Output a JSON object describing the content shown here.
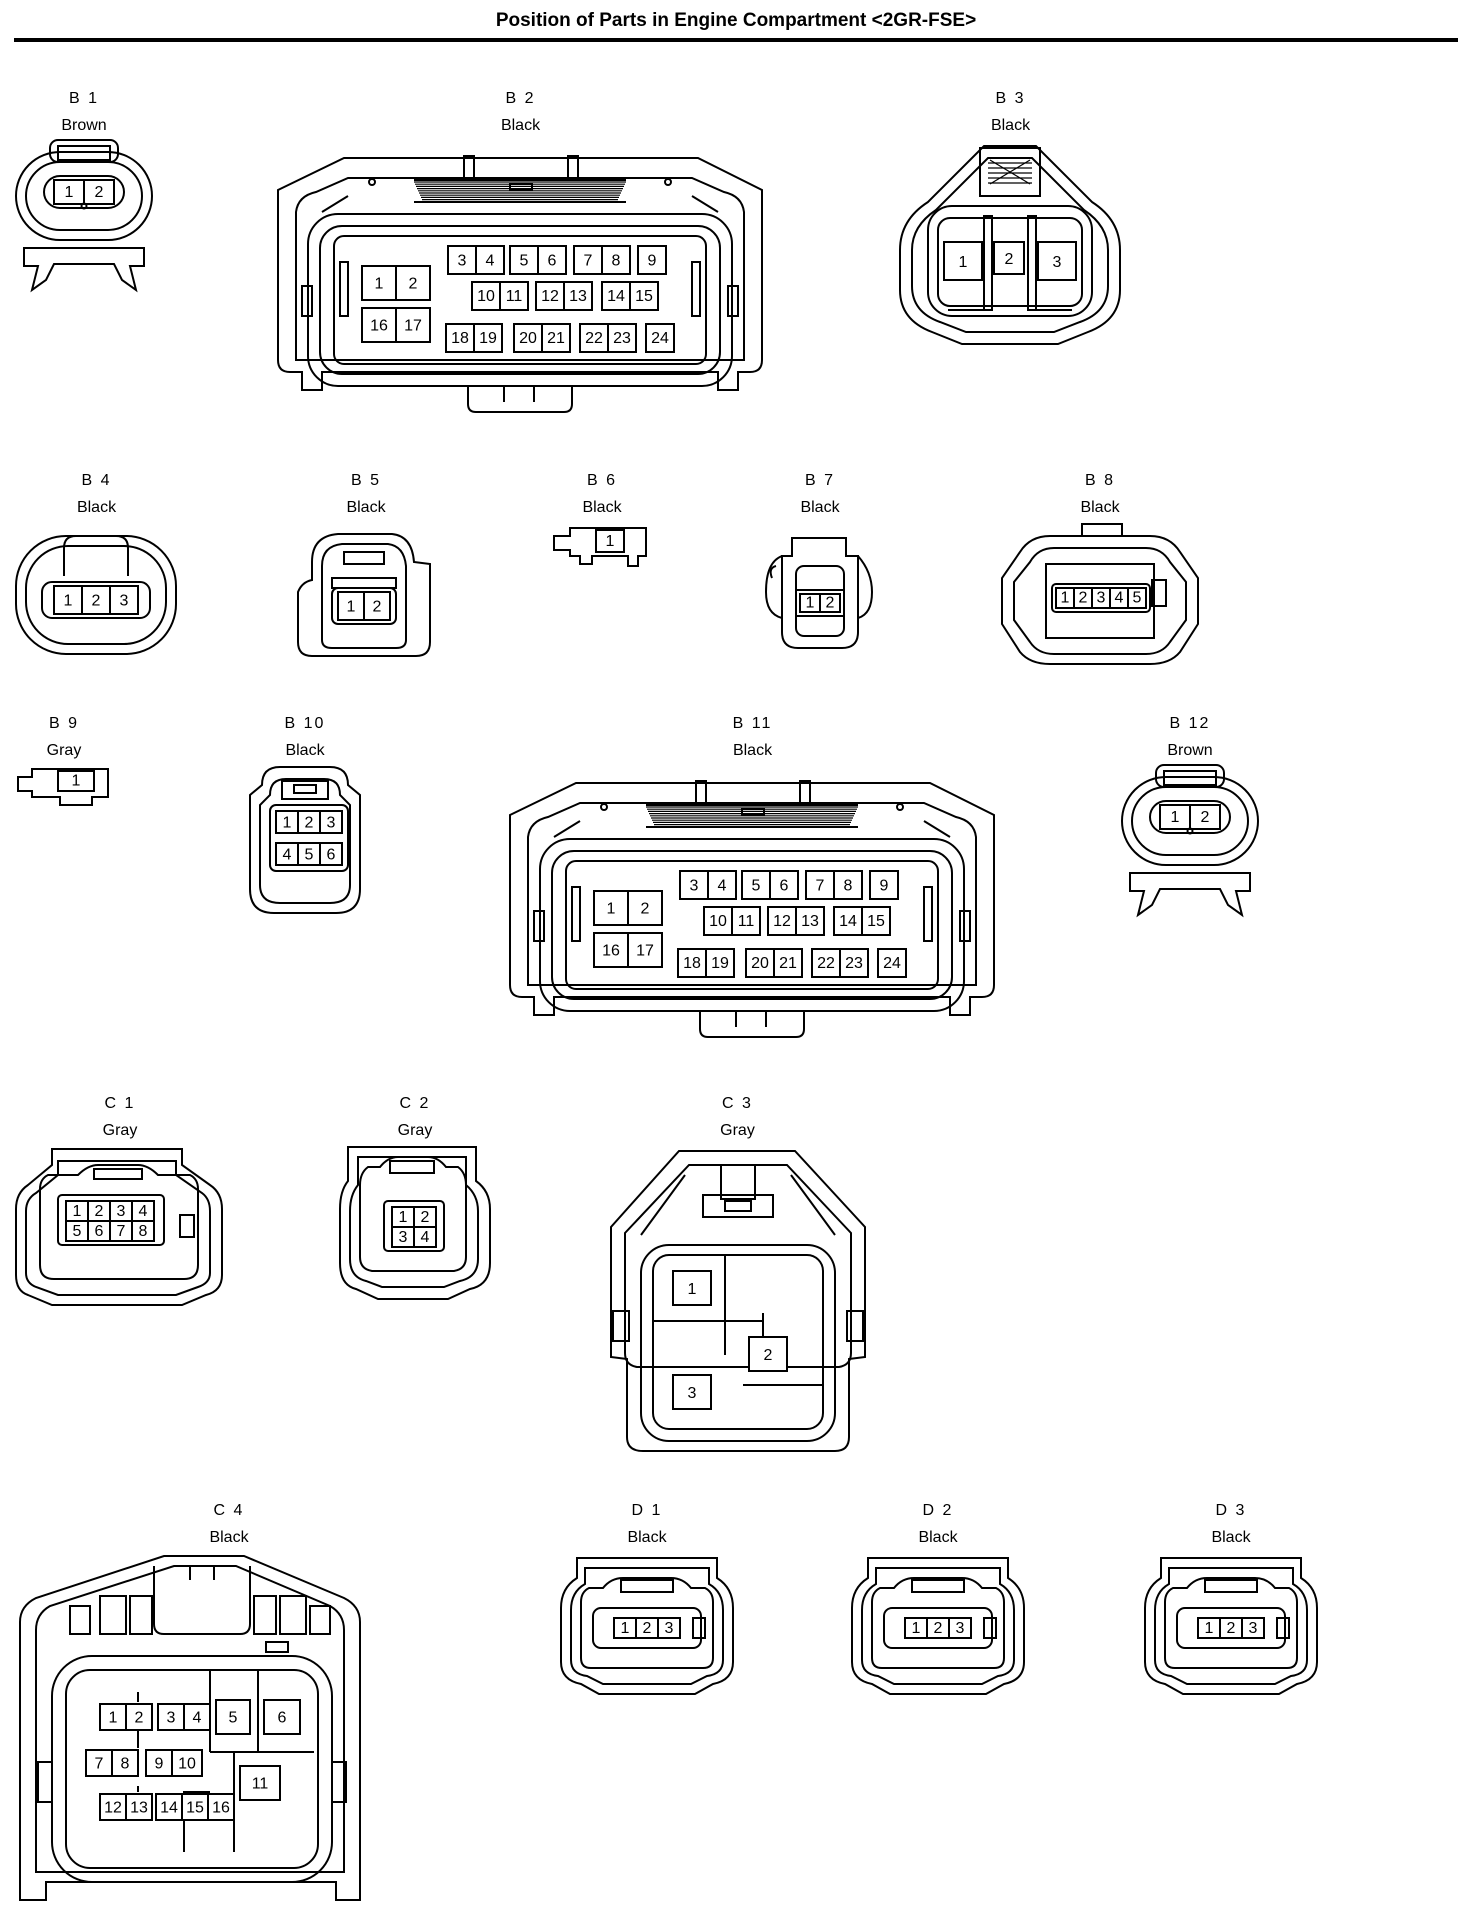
{
  "title": "Position of Parts in Engine Compartment <2GR-FSE>",
  "connectors": {
    "B1": {
      "code": "B 1",
      "color": "Brown",
      "pins": [
        "1",
        "2"
      ]
    },
    "B2": {
      "code": "B 2",
      "color": "Black",
      "pins": [
        "1",
        "2",
        "3",
        "4",
        "5",
        "6",
        "7",
        "8",
        "9",
        "10",
        "11",
        "12",
        "13",
        "14",
        "15",
        "16",
        "17",
        "18",
        "19",
        "20",
        "21",
        "22",
        "23",
        "24"
      ]
    },
    "B3": {
      "code": "B 3",
      "color": "Black",
      "pins": [
        "1",
        "2",
        "3"
      ]
    },
    "B4": {
      "code": "B 4",
      "color": "Black",
      "pins": [
        "1",
        "2",
        "3"
      ]
    },
    "B5": {
      "code": "B 5",
      "color": "Black",
      "pins": [
        "1",
        "2"
      ]
    },
    "B6": {
      "code": "B 6",
      "color": "Black",
      "pins": [
        "1"
      ]
    },
    "B7": {
      "code": "B 7",
      "color": "Black",
      "pins": [
        "1",
        "2"
      ]
    },
    "B8": {
      "code": "B 8",
      "color": "Black",
      "pins": [
        "1",
        "2",
        "3",
        "4",
        "5"
      ]
    },
    "B9": {
      "code": "B 9",
      "color": "Gray",
      "pins": [
        "1"
      ]
    },
    "B10": {
      "code": "B 10",
      "color": "Black",
      "pins": [
        "1",
        "2",
        "3",
        "4",
        "5",
        "6"
      ]
    },
    "B11": {
      "code": "B 11",
      "color": "Black",
      "pins": [
        "1",
        "2",
        "3",
        "4",
        "5",
        "6",
        "7",
        "8",
        "9",
        "10",
        "11",
        "12",
        "13",
        "14",
        "15",
        "16",
        "17",
        "18",
        "19",
        "20",
        "21",
        "22",
        "23",
        "24"
      ]
    },
    "B12": {
      "code": "B 12",
      "color": "Brown",
      "pins": [
        "1",
        "2"
      ]
    },
    "C1": {
      "code": "C 1",
      "color": "Gray",
      "pins": [
        "1",
        "2",
        "3",
        "4",
        "5",
        "6",
        "7",
        "8"
      ]
    },
    "C2": {
      "code": "C 2",
      "color": "Gray",
      "pins": [
        "1",
        "2",
        "3",
        "4"
      ]
    },
    "C3": {
      "code": "C 3",
      "color": "Gray",
      "pins": [
        "1",
        "2",
        "3"
      ]
    },
    "C4": {
      "code": "C 4",
      "color": "Black",
      "pins": [
        "1",
        "2",
        "3",
        "4",
        "5",
        "6",
        "7",
        "8",
        "9",
        "10",
        "11",
        "12",
        "13",
        "14",
        "15",
        "16"
      ]
    },
    "D1": {
      "code": "D 1",
      "color": "Black",
      "pins": [
        "1",
        "2",
        "3"
      ]
    },
    "D2": {
      "code": "D 2",
      "color": "Black",
      "pins": [
        "1",
        "2",
        "3"
      ]
    },
    "D3": {
      "code": "D 3",
      "color": "Black",
      "pins": [
        "1",
        "2",
        "3"
      ]
    }
  }
}
